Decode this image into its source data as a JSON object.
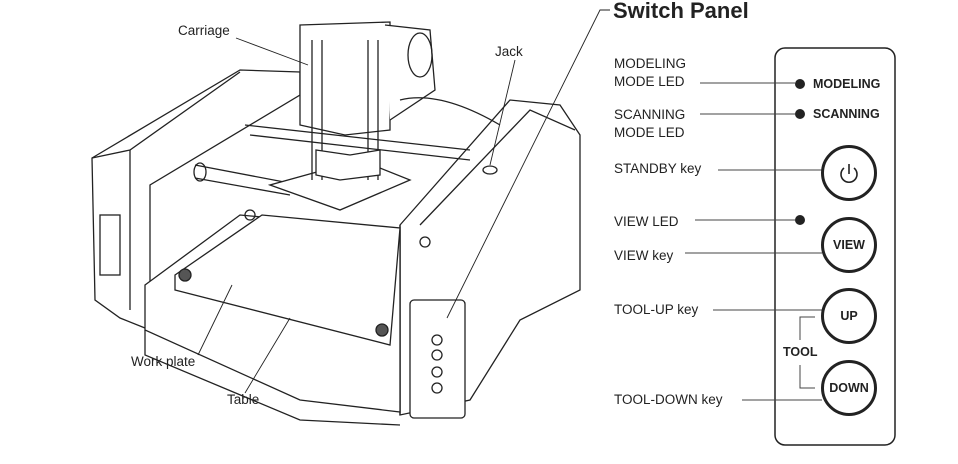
{
  "title": "Switch Panel",
  "machine_labels": {
    "carriage": "Carriage",
    "jack": "Jack",
    "work_plate": "Work plate",
    "table": "Table"
  },
  "callouts": {
    "modeling_led": [
      "MODELING",
      "MODE LED"
    ],
    "scanning_led": [
      "SCANNING",
      "MODE LED"
    ],
    "standby_key": "STANDBY key",
    "view_led": "VIEW LED",
    "view_key": "VIEW key",
    "tool_up_key": "TOOL-UP key",
    "tool_down_key": "TOOL-DOWN key"
  },
  "panel": {
    "modeling": "MODELING",
    "scanning": "SCANNING",
    "view": "VIEW",
    "up": "UP",
    "down": "DOWN",
    "tool": "TOOL",
    "standby_icon": "power-icon"
  }
}
